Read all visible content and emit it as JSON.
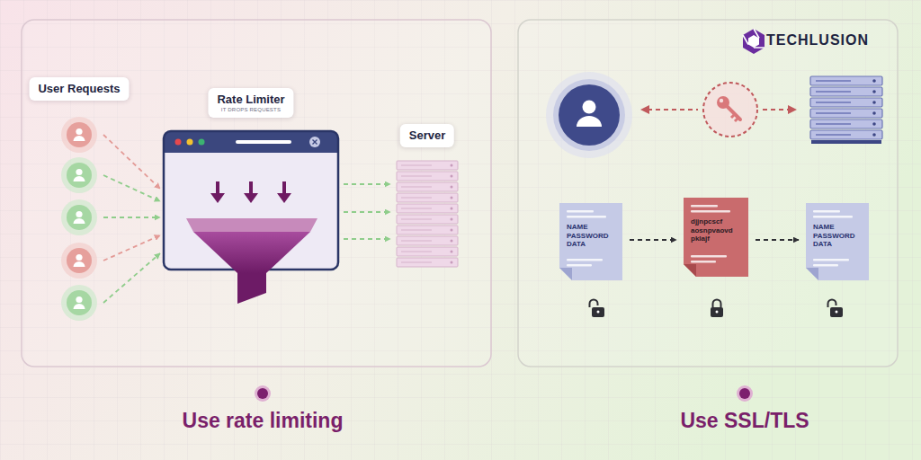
{
  "diagram": {
    "nodes": [
      {
        "text": [
          "User Requests"
        ]
      },
      {
        "text": [
          "Rate Limiter",
          "IT DROPS REQUESTS"
        ]
      },
      {
        "text": [
          "Server"
        ]
      },
      {
        "text": [
          "NAME PASSWORD DATA"
        ]
      },
      {
        "text": [
          "djjnpcscf aosnpvaovd pklajf"
        ]
      },
      {
        "text": [
          "NAME PASSWORD DATA"
        ]
      }
    ],
    "edges": [
      {
        "from": 0,
        "to": 1,
        "arrow": "to"
      },
      {
        "from": 0,
        "to": 1,
        "arrow": "to"
      },
      {
        "from": 0,
        "to": 1,
        "arrow": "to"
      },
      {
        "from": 0,
        "to": 1,
        "arrow": "to"
      },
      {
        "from": 0,
        "to": 1,
        "arrow": "to"
      },
      {
        "from": 1,
        "to": 2,
        "arrow": "to"
      },
      {
        "from": 1,
        "to": 2,
        "arrow": "to"
      },
      {
        "from": 1,
        "to": 2,
        "arrow": "to"
      },
      {
        "from": 3,
        "to": 4,
        "arrow": "to"
      },
      {
        "from": 4,
        "to": 5,
        "arrow": "to"
      }
    ],
    "labels": [
      "TECHLUSION",
      "Use rate limiting",
      "Use SSL/TLS"
    ]
  }
}
